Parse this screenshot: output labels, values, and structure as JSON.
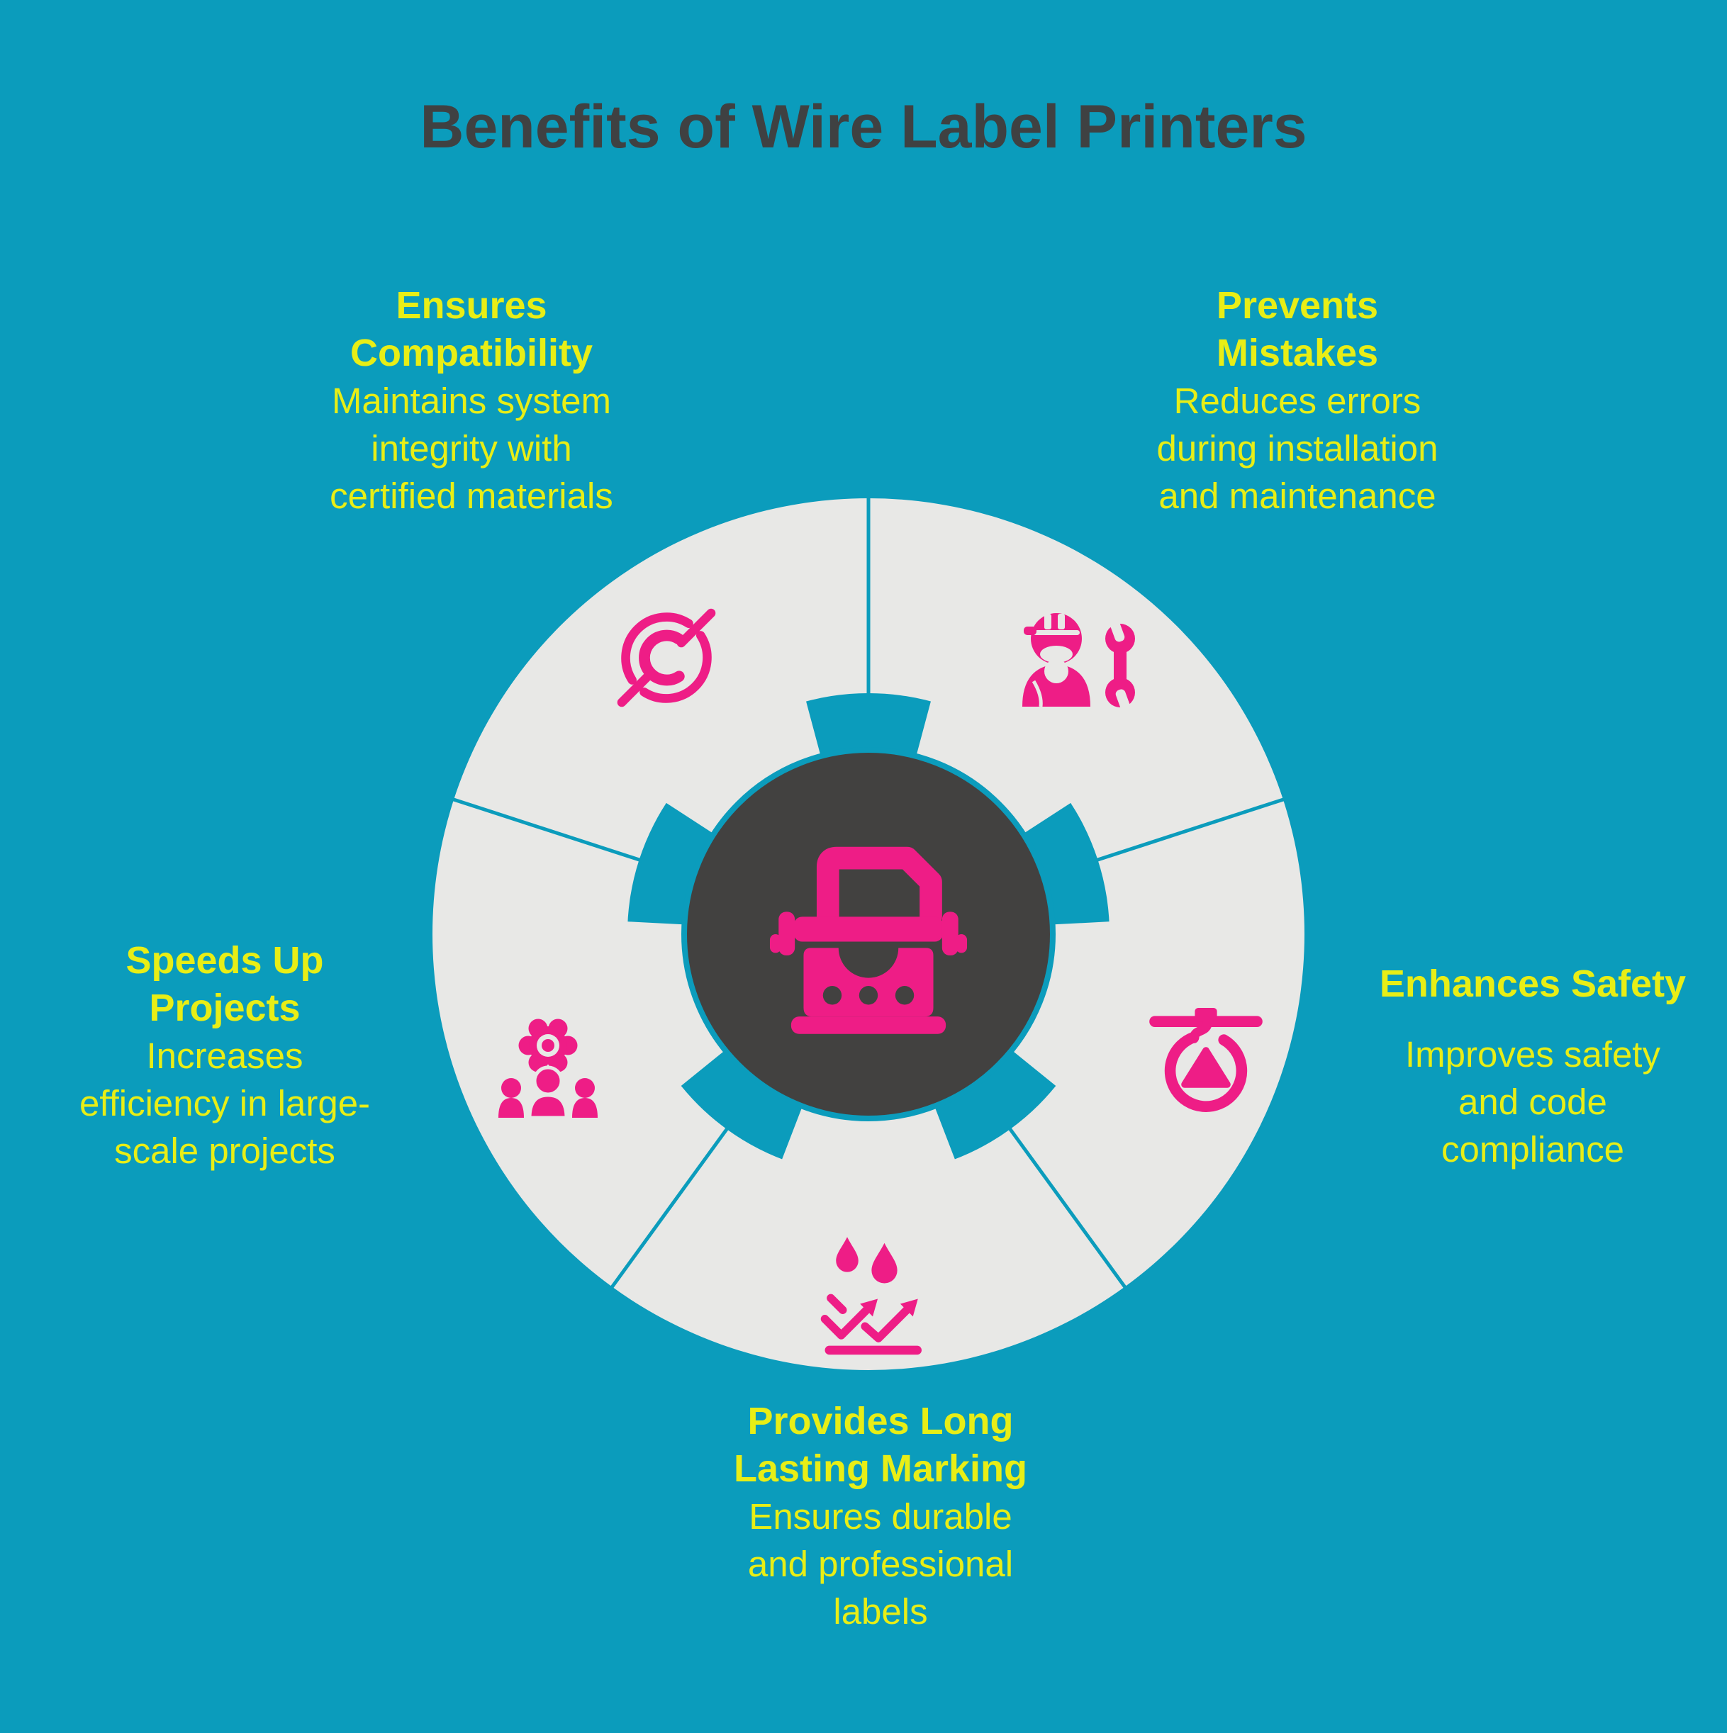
{
  "title": "Benefits of Wire Label Printers",
  "colors": {
    "background_teal": "#0b9cbc",
    "ring_grey": "#e8e8e6",
    "center_charcoal": "#424140",
    "accent_pink": "#ee1d86",
    "text_yellow": "#e8ee16",
    "title_grey": "#3f4142"
  },
  "center": {
    "icon": "toolbox-icon"
  },
  "benefits": [
    {
      "id": "ensures-compatibility",
      "icon": "certified-compatibility-icon",
      "heading": "Ensures\nCompatibility",
      "body": "Maintains system\nintegrity with\ncertified materials"
    },
    {
      "id": "prevents-mistakes",
      "icon": "technician-wrench-icon",
      "heading": "Prevents\nMistakes",
      "body": "Reduces errors\nduring installation\nand maintenance"
    },
    {
      "id": "enhances-safety",
      "icon": "safety-hook-icon",
      "heading": "Enhances Safety",
      "body": "Improves safety\nand code\ncompliance"
    },
    {
      "id": "provides-long-lasting-marking",
      "icon": "waterproof-marking-icon",
      "heading": "Provides Long\nLasting Marking",
      "body": "Ensures durable\nand professional\nlabels"
    },
    {
      "id": "speeds-up-projects",
      "icon": "team-efficiency-gear-icon",
      "heading": "Speeds Up\nProjects",
      "body": "Increases\nefficiency in large-\nscale projects"
    }
  ]
}
